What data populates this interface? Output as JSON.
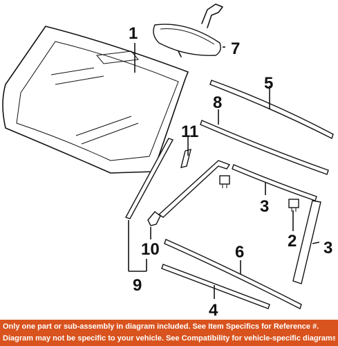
{
  "callouts": {
    "c1": "1",
    "c2": "2",
    "c3a": "3",
    "c3b": "3",
    "c4": "4",
    "c5": "5",
    "c6": "6",
    "c7": "7",
    "c8": "8",
    "c9": "9",
    "c10": "10",
    "c11": "11"
  },
  "footer": {
    "line1": "Only one part or sub-assembly in diagram included. See Item Specifics for Reference #.",
    "line2": "Diagram may not be specific to your vehicle. See Compatibility for vehicle-specific diagrams."
  },
  "colors": {
    "banner": "#d9531e",
    "ink": "#111111"
  }
}
